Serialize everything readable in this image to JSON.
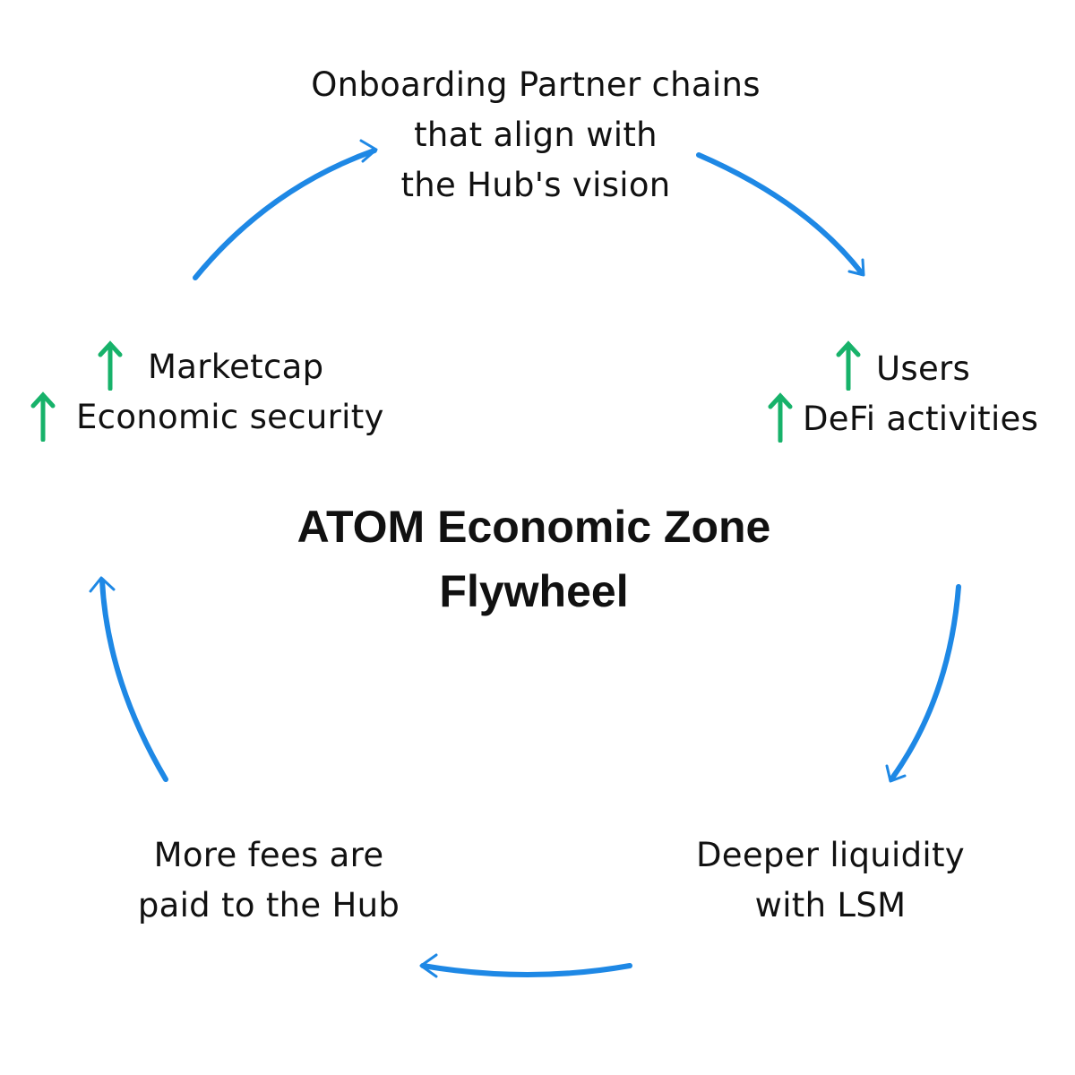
{
  "title": {
    "line1": "ATOM Economic Zone",
    "line2": "Flywheel"
  },
  "nodes": {
    "top": {
      "lines": [
        "Onboarding Partner chains",
        "that align with",
        "the Hub's vision"
      ]
    },
    "right": {
      "items": [
        {
          "label": "Users",
          "icon": "up-arrow-icon"
        },
        {
          "label": "DeFi activities",
          "icon": "up-arrow-icon"
        }
      ]
    },
    "bottom_right": {
      "lines": [
        "Deeper liquidity",
        "with LSM"
      ]
    },
    "bottom_left": {
      "lines": [
        "More fees are",
        "paid to the Hub"
      ]
    },
    "left": {
      "items": [
        {
          "label": "Marketcap",
          "icon": "up-arrow-icon"
        },
        {
          "label": "Economic security",
          "icon": "up-arrow-icon"
        }
      ]
    }
  },
  "colors": {
    "cycle_arrow": "#1e88e5",
    "increase_arrow": "#17b26a",
    "text": "#111111"
  }
}
